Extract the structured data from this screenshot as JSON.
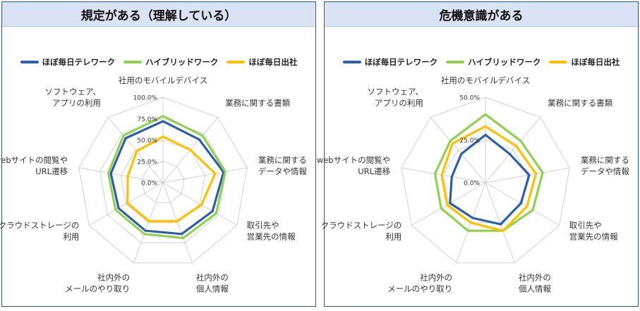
{
  "chart_data": [
    {
      "type": "radar",
      "title": "規定がある（理解している）",
      "categories": [
        [
          "社用のモバイルデバイス"
        ],
        [
          "業務に関する書類"
        ],
        [
          "業務に関する",
          "データや情報"
        ],
        [
          "取引先や",
          "営業先の情報"
        ],
        [
          "社内外の",
          "個人情報"
        ],
        [
          "社内外の",
          "メールのやり取り"
        ],
        [
          "クラウドストレージの",
          "利用"
        ],
        [
          "webサイトの閲覧や",
          "URL遷移"
        ],
        [
          "ソフトウェア、",
          "アプリの利用"
        ]
      ],
      "ylim": [
        0,
        100
      ],
      "ticks": [
        0,
        25,
        50,
        75,
        100
      ],
      "tick_labels": [
        "0.0%",
        "25.0%",
        "50.0%",
        "75.0%",
        "100.0%"
      ],
      "grid": true,
      "legend_position": "top",
      "series": [
        {
          "name": "ほぼ毎日テレワーク",
          "color": "#2e5ea8",
          "values": [
            72,
            66,
            72,
            67,
            64,
            60,
            60,
            62,
            68
          ]
        },
        {
          "name": "ハイブリッドワーク",
          "color": "#92d050",
          "values": [
            78,
            72,
            74,
            72,
            69,
            64,
            64,
            65,
            72
          ]
        },
        {
          "name": "ほぼ毎日出社",
          "color": "#ffc000",
          "values": [
            54,
            50,
            62,
            52,
            48,
            48,
            48,
            42,
            48
          ]
        }
      ]
    },
    {
      "type": "radar",
      "title": "危機意識がある",
      "categories": [
        [
          "社用のモバイルデバイス"
        ],
        [
          "業務に関する書類"
        ],
        [
          "業務に関する",
          "データや情報"
        ],
        [
          "取引先や",
          "営業先の情報"
        ],
        [
          "社内外の",
          "個人情報"
        ],
        [
          "社内外の",
          "メールのやり取り"
        ],
        [
          "クラウドストレージの",
          "利用"
        ],
        [
          "webサイトの閲覧や",
          "URL遷移"
        ],
        [
          "ソフトウェア、",
          "アプリの利用"
        ]
      ],
      "ylim": [
        0,
        50
      ],
      "ticks": [
        0,
        25,
        50
      ],
      "tick_labels": [
        "0.0%",
        "25.0%",
        "50.0%"
      ],
      "grid": true,
      "legend_position": "top",
      "series": [
        {
          "name": "ほぼ毎日テレワーク",
          "color": "#2e5ea8",
          "values": [
            28,
            22,
            26,
            24,
            26,
            22,
            24,
            20,
            22
          ]
        },
        {
          "name": "ハイブリッドワーク",
          "color": "#92d050",
          "values": [
            40,
            32,
            34,
            32,
            30,
            30,
            30,
            30,
            32
          ]
        },
        {
          "name": "ほぼ毎日出社",
          "color": "#ffc000",
          "values": [
            33,
            28,
            30,
            28,
            30,
            25,
            26,
            26,
            30
          ]
        }
      ]
    }
  ]
}
